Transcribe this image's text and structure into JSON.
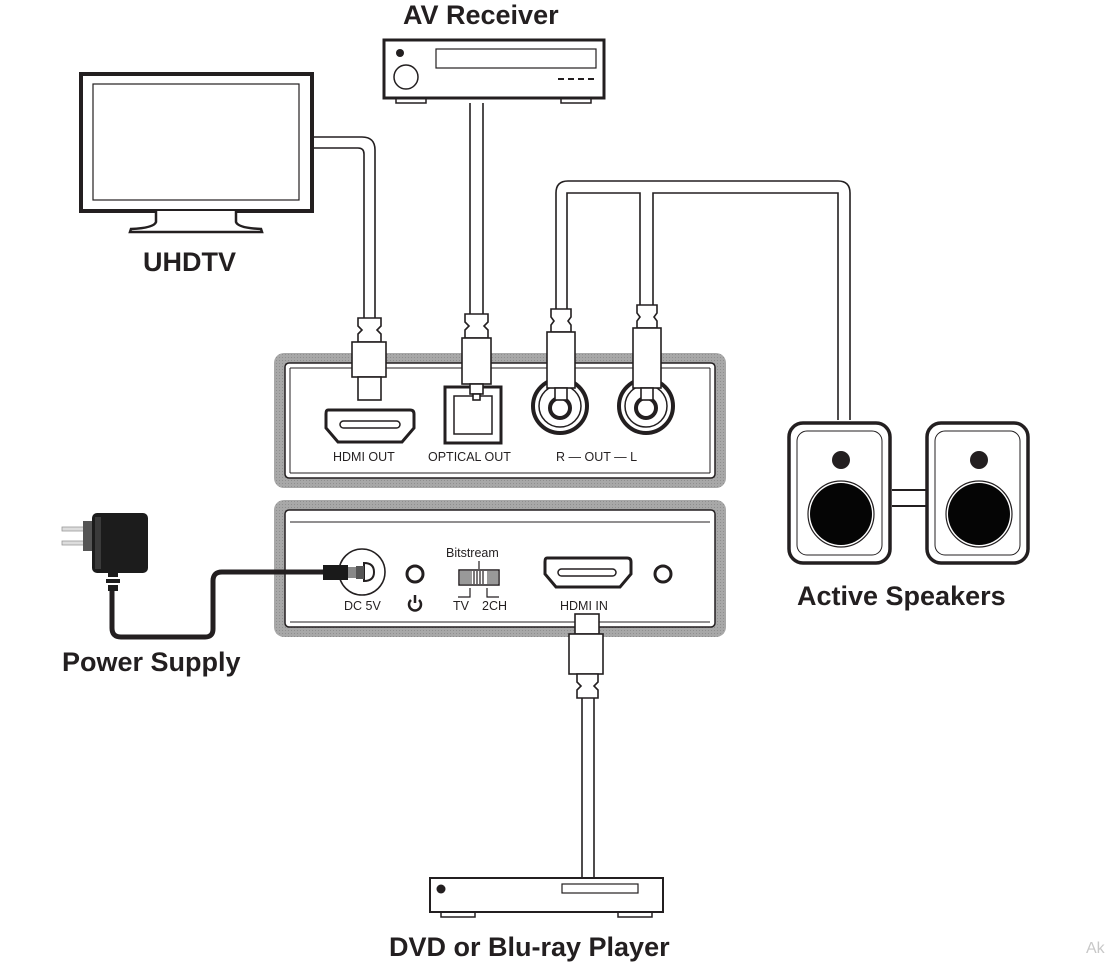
{
  "devices": {
    "av_receiver": {
      "label": "AV Receiver"
    },
    "uhdtv": {
      "label": "UHDTV"
    },
    "active_speakers": {
      "label": "Active Speakers"
    },
    "power_supply": {
      "label": "Power Supply"
    },
    "player": {
      "label": "DVD or Blu-ray Player"
    }
  },
  "extractor": {
    "output_panel": {
      "ports": [
        {
          "label": "HDMI OUT"
        },
        {
          "label": "OPTICAL OUT"
        },
        {
          "label": "R — OUT — L"
        }
      ]
    },
    "input_panel": {
      "dc_label": "DC 5V",
      "power_icon": "⏻",
      "switch_title": "Bitstream",
      "switch_left": "TV",
      "switch_right": "2CH",
      "hdmi_in_label": "HDMI IN"
    }
  },
  "colors": {
    "line": "#231f20",
    "panel_border": "#9a9a9a"
  },
  "watermark": "Ak"
}
